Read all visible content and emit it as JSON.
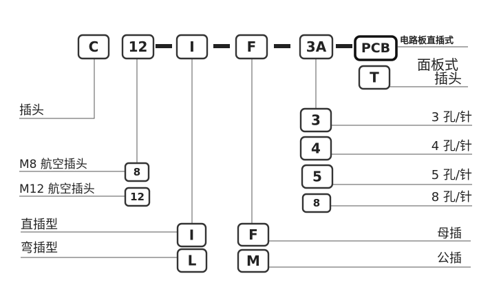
{
  "codes": {
    "c": "C",
    "n12": "12",
    "i": "I",
    "f": "F",
    "n3a": "3A",
    "pcb": "PCB",
    "t": "T",
    "p3": "3",
    "p4": "4",
    "p5": "5",
    "p8": "8",
    "m8": "8",
    "m12": "12",
    "i_opt": "I",
    "l_opt": "L",
    "f_opt": "F",
    "m_opt": "M"
  },
  "labels": {
    "pcb": "电路板直插式",
    "panel": "面板式",
    "panel_plug": "插头",
    "plug": "插头",
    "m8": "M8  航空插头",
    "m12": "M12 航空插头",
    "straight": "直插型",
    "bent": "弯插型",
    "pin3": "3  孔/针",
    "pin4": "4  孔/针",
    "pin5": "5  孔/针",
    "pin8": "8  孔/针",
    "female": "母插",
    "male": "公插"
  }
}
